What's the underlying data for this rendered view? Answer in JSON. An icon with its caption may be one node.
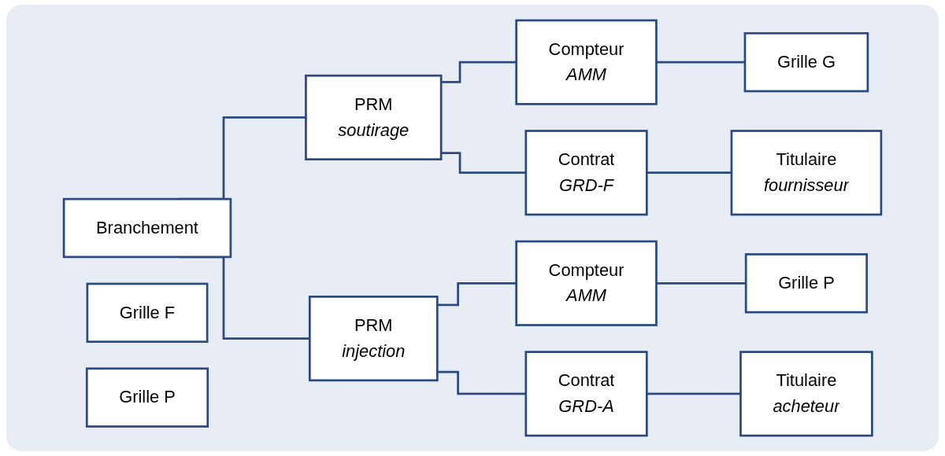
{
  "diagram": {
    "nodes": [
      {
        "text": [
          "Branchement"
        ]
      },
      {
        "text": [
          "PRM",
          "soutirage"
        ]
      },
      {
        "text": [
          "Compteur",
          "AMM"
        ]
      },
      {
        "text": [
          "Grille F"
        ]
      },
      {
        "text": [
          "Grille G"
        ]
      },
      {
        "text": [
          "Grille P"
        ]
      },
      {
        "text": [
          "Contrat",
          "GRD-F"
        ]
      },
      {
        "text": [
          "Titulaire",
          "fournisseur"
        ]
      },
      {
        "text": [
          "PRM",
          "injection"
        ]
      },
      {
        "text": [
          "Compteur",
          "AMM"
        ]
      },
      {
        "text": [
          "Grille P"
        ]
      },
      {
        "text": [
          "Contrat",
          "GRD-A"
        ]
      },
      {
        "text": [
          "Titulaire",
          "acheteur"
        ]
      }
    ],
    "edges": [
      {
        "from": 0,
        "to": 1,
        "arrow": "none"
      },
      {
        "from": 0,
        "to": 8,
        "arrow": "none"
      },
      {
        "from": 1,
        "to": 2,
        "arrow": "none"
      },
      {
        "from": 1,
        "to": 6,
        "arrow": "none"
      },
      {
        "from": 2,
        "to": 4,
        "arrow": "none"
      },
      {
        "from": 6,
        "to": 7,
        "arrow": "none"
      },
      {
        "from": 8,
        "to": 9,
        "arrow": "none"
      },
      {
        "from": 8,
        "to": 11,
        "arrow": "none"
      },
      {
        "from": 9,
        "to": 10,
        "arrow": "none"
      },
      {
        "from": 11,
        "to": 12,
        "arrow": "none"
      }
    ]
  }
}
